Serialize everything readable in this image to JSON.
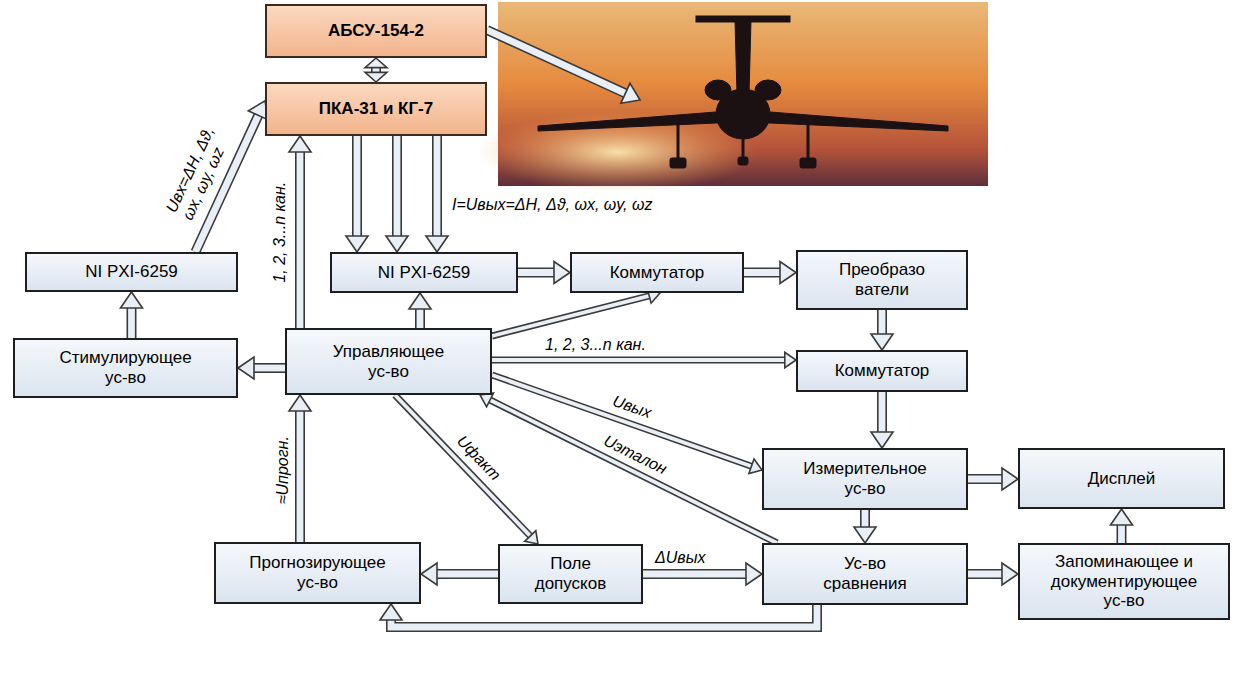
{
  "diagram": {
    "nodes": [
      {
        "text": [
          "АБСУ-154-2"
        ]
      },
      {
        "text": [
          "ПКА-31 и КГ-7"
        ]
      },
      {
        "text": [
          "NI PXI-6259"
        ]
      },
      {
        "text": [
          "NI PXI-6259"
        ]
      },
      {
        "text": [
          "Коммутатор"
        ]
      },
      {
        "text": [
          "Преобразо ватели"
        ]
      },
      {
        "text": [
          "Стимулирующее ус-во"
        ]
      },
      {
        "text": [
          "Управляющее ус-во"
        ]
      },
      {
        "text": [
          "Коммутатор"
        ]
      },
      {
        "text": [
          "Измерительное ус-во"
        ]
      },
      {
        "text": [
          "Дисплей"
        ]
      },
      {
        "text": [
          "Прогнозирующее ус-во"
        ]
      },
      {
        "text": [
          "Поле допусков"
        ]
      },
      {
        "text": [
          "Ус-во сравнения"
        ]
      },
      {
        "text": [
          "Запоминающее и документирующее ус-во"
        ]
      }
    ],
    "edges": [
      {
        "from": 0,
        "to": 1,
        "arrow": "both"
      },
      {
        "from": 2,
        "to": 1,
        "arrow": "to",
        "label": "Uвх=ΔH, Δϑ, ωx, ωy, ωz"
      },
      {
        "from": 1,
        "to": 3,
        "arrow": "to"
      },
      {
        "from": 1,
        "to": 3,
        "arrow": "to"
      },
      {
        "from": 1,
        "to": 3,
        "arrow": "to",
        "label": "I=Uвых=ΔH, Δϑ, ωx, ωy, ωz"
      },
      {
        "from": 3,
        "to": 4,
        "arrow": "to"
      },
      {
        "from": 4,
        "to": 5,
        "arrow": "to"
      },
      {
        "from": 5,
        "to": 8,
        "arrow": "to"
      },
      {
        "from": 8,
        "to": 9,
        "arrow": "to"
      },
      {
        "from": 9,
        "to": 10,
        "arrow": "to"
      },
      {
        "from": 9,
        "to": 13,
        "arrow": "to"
      },
      {
        "from": 13,
        "to": 14,
        "arrow": "to"
      },
      {
        "from": 14,
        "to": 10,
        "arrow": "to"
      },
      {
        "from": 6,
        "to": 2,
        "arrow": "to"
      },
      {
        "from": 7,
        "to": 6,
        "arrow": "to"
      },
      {
        "from": 7,
        "to": 1,
        "arrow": "to",
        "label": "1, 2, 3...n кан."
      },
      {
        "from": 7,
        "to": 3,
        "arrow": "to"
      },
      {
        "from": 7,
        "to": 4,
        "arrow": "to"
      },
      {
        "from": 7,
        "to": 8,
        "arrow": "to",
        "label": "1, 2, 3...n кан."
      },
      {
        "from": 7,
        "to": 9,
        "arrow": "to",
        "label": "Uвых"
      },
      {
        "from": 13,
        "to": 7,
        "arrow": "to",
        "label": "Uэталон"
      },
      {
        "from": 7,
        "to": 12,
        "arrow": "to",
        "label": "Uфакт"
      },
      {
        "from": 12,
        "to": 13,
        "arrow": "to",
        "label": "ΔUвых"
      },
      {
        "from": 12,
        "to": 11,
        "arrow": "to"
      },
      {
        "from": 11,
        "to": 7,
        "arrow": "to",
        "label": "≈Uпрогн."
      },
      {
        "from": 13,
        "to": 11,
        "arrow": "to"
      }
    ]
  }
}
